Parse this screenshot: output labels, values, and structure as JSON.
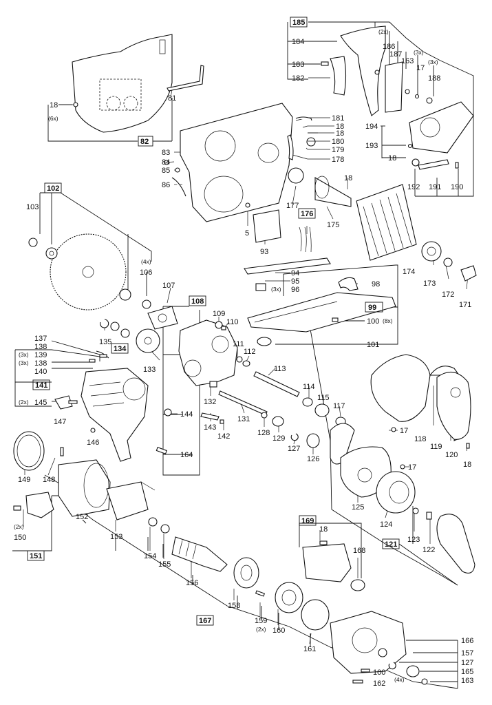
{
  "callouts": [
    {
      "id": "c185",
      "text": "185",
      "boxed": true
    },
    {
      "id": "c184",
      "text": "184"
    },
    {
      "id": "c186",
      "text": "186"
    },
    {
      "id": "c186n",
      "text": "(2x)"
    },
    {
      "id": "c183",
      "text": "183"
    },
    {
      "id": "c182",
      "text": "182"
    },
    {
      "id": "c187",
      "text": "187"
    },
    {
      "id": "c163a",
      "text": "163"
    },
    {
      "id": "c17a",
      "text": "17"
    },
    {
      "id": "c17an",
      "text": "(3x)"
    },
    {
      "id": "c188n",
      "text": "(3x)"
    },
    {
      "id": "c188",
      "text": "188"
    },
    {
      "id": "c194",
      "text": "194"
    },
    {
      "id": "c193",
      "text": "193"
    },
    {
      "id": "c18h",
      "text": "18"
    },
    {
      "id": "c192",
      "text": "192"
    },
    {
      "id": "c191",
      "text": "191"
    },
    {
      "id": "c190",
      "text": "190"
    },
    {
      "id": "c18a",
      "text": "18"
    },
    {
      "id": "c18an",
      "text": "(6x)"
    },
    {
      "id": "c81",
      "text": "81"
    },
    {
      "id": "c82",
      "text": "82",
      "boxed": true
    },
    {
      "id": "c181",
      "text": "181"
    },
    {
      "id": "c18b",
      "text": "18"
    },
    {
      "id": "c18c",
      "text": "18"
    },
    {
      "id": "c180",
      "text": "180"
    },
    {
      "id": "c179",
      "text": "179"
    },
    {
      "id": "c178",
      "text": "178"
    },
    {
      "id": "c83",
      "text": "83"
    },
    {
      "id": "c84",
      "text": "84"
    },
    {
      "id": "c85",
      "text": "85"
    },
    {
      "id": "c86",
      "text": "86"
    },
    {
      "id": "c18d",
      "text": "18"
    },
    {
      "id": "c177",
      "text": "177"
    },
    {
      "id": "c175",
      "text": "175"
    },
    {
      "id": "c176",
      "text": "176",
      "boxed": true
    },
    {
      "id": "c5",
      "text": "5"
    },
    {
      "id": "c93",
      "text": "93"
    },
    {
      "id": "c174",
      "text": "174"
    },
    {
      "id": "c173",
      "text": "173"
    },
    {
      "id": "c172",
      "text": "172"
    },
    {
      "id": "c171",
      "text": "171"
    },
    {
      "id": "c102",
      "text": "102",
      "boxed": true
    },
    {
      "id": "c103",
      "text": "103"
    },
    {
      "id": "c106n",
      "text": "(4x)"
    },
    {
      "id": "c106",
      "text": "106"
    },
    {
      "id": "c107",
      "text": "107"
    },
    {
      "id": "c94",
      "text": "94"
    },
    {
      "id": "c95",
      "text": "95"
    },
    {
      "id": "c96",
      "text": "96"
    },
    {
      "id": "c96n",
      "text": "(3x)"
    },
    {
      "id": "c98",
      "text": "98"
    },
    {
      "id": "c99",
      "text": "99",
      "boxed": true
    },
    {
      "id": "c100a",
      "text": "100"
    },
    {
      "id": "c100an",
      "text": "(8x)"
    },
    {
      "id": "c101",
      "text": "101"
    },
    {
      "id": "c108",
      "text": "108",
      "boxed": true
    },
    {
      "id": "c109",
      "text": "109"
    },
    {
      "id": "c110",
      "text": "110"
    },
    {
      "id": "c111",
      "text": "111"
    },
    {
      "id": "c112",
      "text": "112"
    },
    {
      "id": "c113",
      "text": "113"
    },
    {
      "id": "c135",
      "text": "135"
    },
    {
      "id": "c134",
      "text": "134",
      "boxed": true
    },
    {
      "id": "c133",
      "text": "133"
    },
    {
      "id": "c137",
      "text": "137"
    },
    {
      "id": "c138a",
      "text": "138"
    },
    {
      "id": "c139n",
      "text": "(3x)"
    },
    {
      "id": "c139",
      "text": "139"
    },
    {
      "id": "c138bn",
      "text": "(3x)"
    },
    {
      "id": "c138b",
      "text": "138"
    },
    {
      "id": "c140",
      "text": "140"
    },
    {
      "id": "c141",
      "text": "141",
      "boxed": true
    },
    {
      "id": "c145n",
      "text": "(2x)"
    },
    {
      "id": "c145",
      "text": "145"
    },
    {
      "id": "c147",
      "text": "147"
    },
    {
      "id": "c146",
      "text": "146"
    },
    {
      "id": "c144",
      "text": "144"
    },
    {
      "id": "c132",
      "text": "132"
    },
    {
      "id": "c143",
      "text": "143"
    },
    {
      "id": "c142",
      "text": "142"
    },
    {
      "id": "c131",
      "text": "131"
    },
    {
      "id": "c128",
      "text": "128"
    },
    {
      "id": "c129",
      "text": "129"
    },
    {
      "id": "c114",
      "text": "114"
    },
    {
      "id": "c115",
      "text": "115"
    },
    {
      "id": "c117a",
      "text": "117"
    },
    {
      "id": "c127a",
      "text": "127"
    },
    {
      "id": "c126",
      "text": "126"
    },
    {
      "id": "c164",
      "text": "164"
    },
    {
      "id": "c17b",
      "text": "17"
    },
    {
      "id": "c118",
      "text": "118"
    },
    {
      "id": "c119",
      "text": "119"
    },
    {
      "id": "c120",
      "text": "120"
    },
    {
      "id": "c18e",
      "text": "18"
    },
    {
      "id": "c17c",
      "text": "17"
    },
    {
      "id": "c125",
      "text": "125"
    },
    {
      "id": "c124",
      "text": "124"
    },
    {
      "id": "c123",
      "text": "123"
    },
    {
      "id": "c121",
      "text": "121",
      "boxed": true
    },
    {
      "id": "c122",
      "text": "122"
    },
    {
      "id": "c149",
      "text": "149"
    },
    {
      "id": "c148",
      "text": "148"
    },
    {
      "id": "c152",
      "text": "152"
    },
    {
      "id": "c153",
      "text": "153"
    },
    {
      "id": "c150n",
      "text": "(2x)"
    },
    {
      "id": "c150",
      "text": "150"
    },
    {
      "id": "c151",
      "text": "151",
      "boxed": true
    },
    {
      "id": "c154",
      "text": "154"
    },
    {
      "id": "c155",
      "text": "155"
    },
    {
      "id": "c156",
      "text": "156"
    },
    {
      "id": "c169",
      "text": "169",
      "boxed": true
    },
    {
      "id": "c18f",
      "text": "18"
    },
    {
      "id": "c168",
      "text": "168"
    },
    {
      "id": "c158",
      "text": "158"
    },
    {
      "id": "c159",
      "text": "159"
    },
    {
      "id": "c159n",
      "text": "(2x)"
    },
    {
      "id": "c160",
      "text": "160"
    },
    {
      "id": "c167",
      "text": "167",
      "boxed": true
    },
    {
      "id": "c161",
      "text": "161"
    },
    {
      "id": "c166",
      "text": "166"
    },
    {
      "id": "c157",
      "text": "157"
    },
    {
      "id": "c127b",
      "text": "127"
    },
    {
      "id": "c100b",
      "text": "100"
    },
    {
      "id": "c165",
      "text": "165"
    },
    {
      "id": "c162",
      "text": "162"
    },
    {
      "id": "c163bn",
      "text": "(4x)"
    },
    {
      "id": "c163b",
      "text": "163"
    }
  ]
}
